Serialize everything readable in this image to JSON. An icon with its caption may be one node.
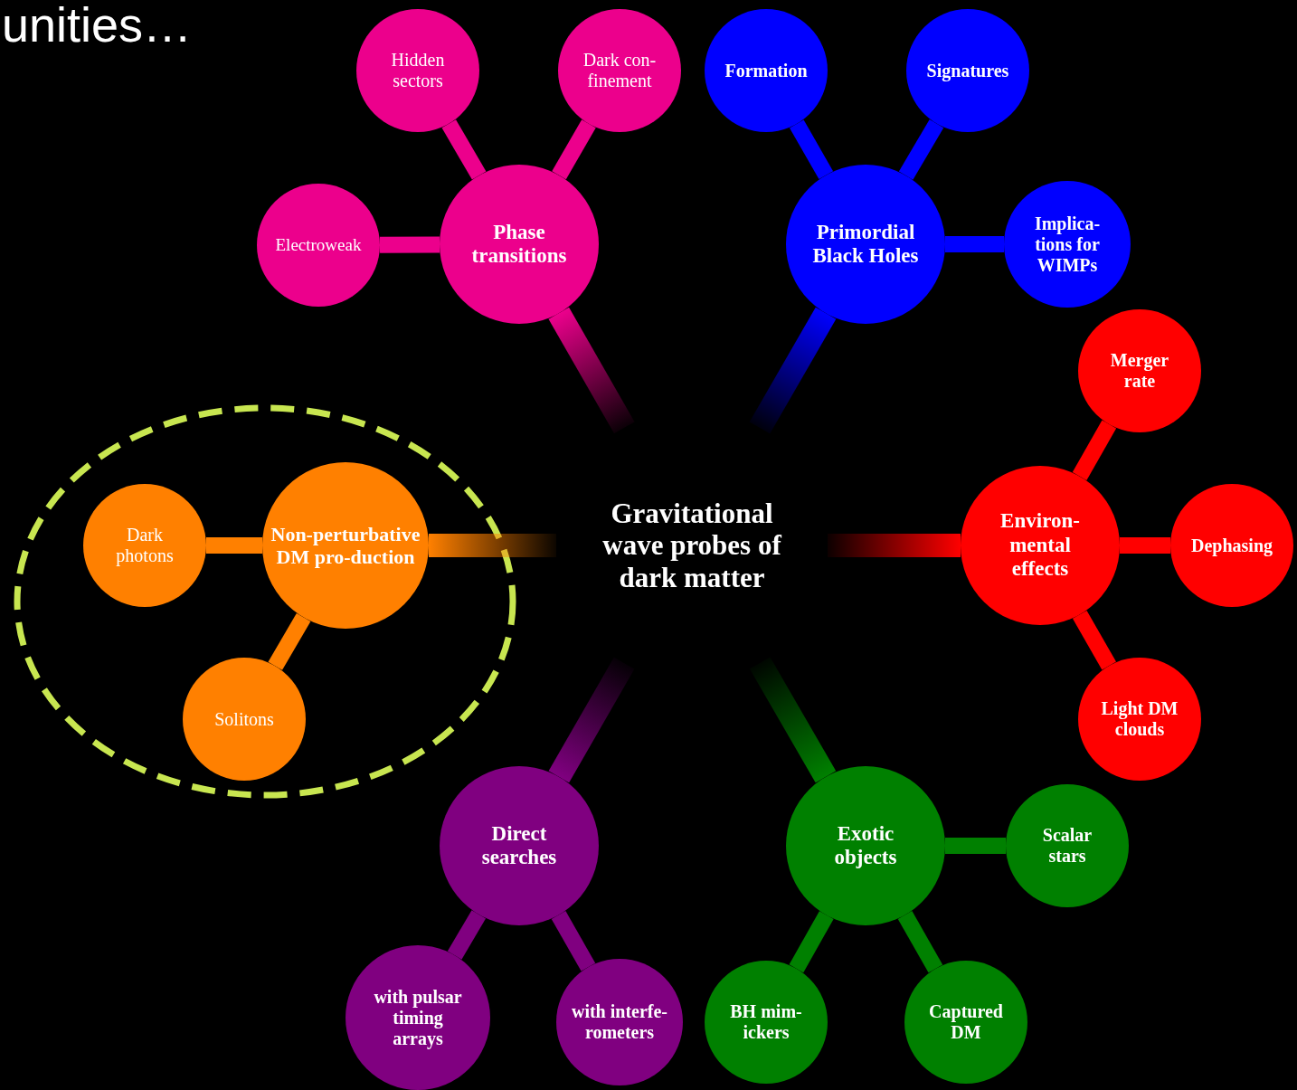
{
  "diagram": {
    "nodes": [
      {
        "text": [
          "Gravitational wave probes of dark matter"
        ]
      },
      {
        "text": [
          "Phase transitions"
        ]
      },
      {
        "text": [
          "Hidden sectors"
        ]
      },
      {
        "text": [
          "Dark con-finement"
        ]
      },
      {
        "text": [
          "Electroweak"
        ]
      },
      {
        "text": [
          "Primordial Black Holes"
        ]
      },
      {
        "text": [
          "Formation"
        ]
      },
      {
        "text": [
          "Signatures"
        ]
      },
      {
        "text": [
          "Implica-tions for WIMPs"
        ]
      },
      {
        "text": [
          "Environ-mental effects"
        ]
      },
      {
        "text": [
          "Merger rate"
        ]
      },
      {
        "text": [
          "Dephasing"
        ]
      },
      {
        "text": [
          "Light DM clouds"
        ]
      },
      {
        "text": [
          "Exotic objects"
        ]
      },
      {
        "text": [
          "Scalar stars"
        ]
      },
      {
        "text": [
          "BH mim-ickers"
        ]
      },
      {
        "text": [
          "Captured DM"
        ]
      },
      {
        "text": [
          "Direct searches"
        ]
      },
      {
        "text": [
          "with pulsar timing arrays"
        ]
      },
      {
        "text": [
          "with interfe-rometers"
        ]
      },
      {
        "text": [
          "Non-perturbative DM pro-duction"
        ]
      },
      {
        "text": [
          "Dark photons"
        ]
      },
      {
        "text": [
          "Solitons"
        ]
      }
    ],
    "edges": [
      {
        "from": 0,
        "to": 1,
        "arrow": "none",
        "color": "#ec008c"
      },
      {
        "from": 1,
        "to": 2,
        "arrow": "none",
        "color": "#ec008c"
      },
      {
        "from": 1,
        "to": 3,
        "arrow": "none",
        "color": "#ec008c"
      },
      {
        "from": 1,
        "to": 4,
        "arrow": "none",
        "color": "#ec008c"
      },
      {
        "from": 0,
        "to": 5,
        "arrow": "none",
        "color": "#0000ff"
      },
      {
        "from": 5,
        "to": 6,
        "arrow": "none",
        "color": "#0000ff"
      },
      {
        "from": 5,
        "to": 7,
        "arrow": "none",
        "color": "#0000ff"
      },
      {
        "from": 5,
        "to": 8,
        "arrow": "none",
        "color": "#0000ff"
      },
      {
        "from": 0,
        "to": 9,
        "arrow": "none",
        "color": "#ff0000"
      },
      {
        "from": 9,
        "to": 10,
        "arrow": "none",
        "color": "#ff0000"
      },
      {
        "from": 9,
        "to": 11,
        "arrow": "none",
        "color": "#ff0000"
      },
      {
        "from": 9,
        "to": 12,
        "arrow": "none",
        "color": "#ff0000"
      },
      {
        "from": 0,
        "to": 13,
        "arrow": "none",
        "color": "#008000"
      },
      {
        "from": 13,
        "to": 14,
        "arrow": "none",
        "color": "#008000"
      },
      {
        "from": 13,
        "to": 15,
        "arrow": "none",
        "color": "#008000"
      },
      {
        "from": 13,
        "to": 16,
        "arrow": "none",
        "color": "#008000"
      },
      {
        "from": 0,
        "to": 17,
        "arrow": "none",
        "color": "#800080"
      },
      {
        "from": 17,
        "to": 18,
        "arrow": "none",
        "color": "#800080"
      },
      {
        "from": 17,
        "to": 19,
        "arrow": "none",
        "color": "#800080"
      },
      {
        "from": 0,
        "to": 20,
        "arrow": "none",
        "color": "#ff8000"
      },
      {
        "from": 20,
        "to": 21,
        "arrow": "none",
        "color": "#ff8000"
      },
      {
        "from": 20,
        "to": 22,
        "arrow": "none",
        "color": "#ff8000"
      }
    ],
    "labels": [
      "unities…"
    ]
  }
}
